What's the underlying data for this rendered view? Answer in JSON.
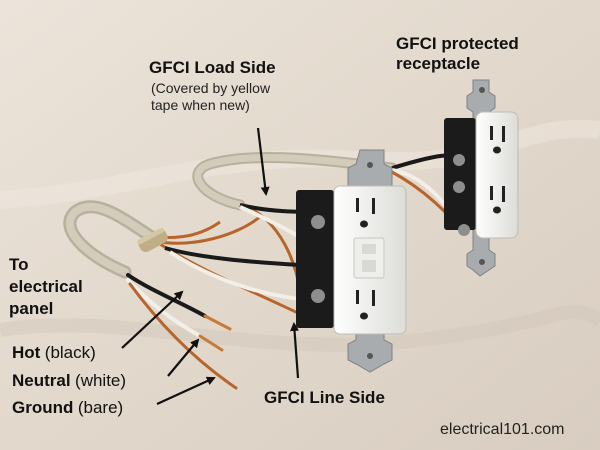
{
  "labels": {
    "load_side_title": "GFCI Load Side",
    "load_side_note_1": "(Covered by yellow",
    "load_side_note_2": "tape when new)",
    "protected_1": "GFCI protected",
    "protected_2": "receptacle",
    "panel_1": "To",
    "panel_2": "electrical",
    "panel_3": "panel",
    "hot_term": "Hot",
    "hot_desc": "(black)",
    "neutral_term": "Neutral",
    "neutral_desc": "(white)",
    "ground_term": "Ground",
    "ground_desc": "(bare)",
    "line_side": "GFCI Line Side",
    "watermark": "electrical101.com"
  },
  "colors": {
    "background": "#e6dcd0",
    "cable_sheath": "#cfc7b6",
    "hot_wire": "#1a1a1a",
    "neutral_wire": "#f2efe8",
    "ground_wire": "#b8652b",
    "device_body": "#f4f4f2",
    "device_back": "#1b1b1b",
    "strap": "#a9acae"
  }
}
